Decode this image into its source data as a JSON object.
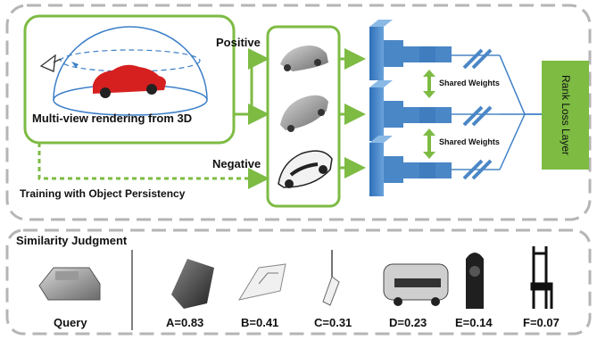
{
  "training": {
    "render_caption": "Multi-view rendering from 3D",
    "positive_label": "Positive",
    "negative_label": "Negative",
    "section_caption": "Training with Object Persistency",
    "shared_weights_1": "Shared Weights",
    "shared_weights_2": "Shared Weights",
    "rank_loss_label": "Rank Loss Layer"
  },
  "similarity": {
    "title": "Similarity Judgment",
    "query_label": "Query",
    "candidates": [
      {
        "label": "A=0.83"
      },
      {
        "label": "B=0.41"
      },
      {
        "label": "C=0.31"
      },
      {
        "label": "D=0.23"
      },
      {
        "label": "E=0.14"
      },
      {
        "label": "F=0.07"
      }
    ]
  },
  "colors": {
    "green": "#7dbb43",
    "blue": "#4a87c6",
    "car_red": "#d62020",
    "frame_gray": "#b5b5b5"
  }
}
